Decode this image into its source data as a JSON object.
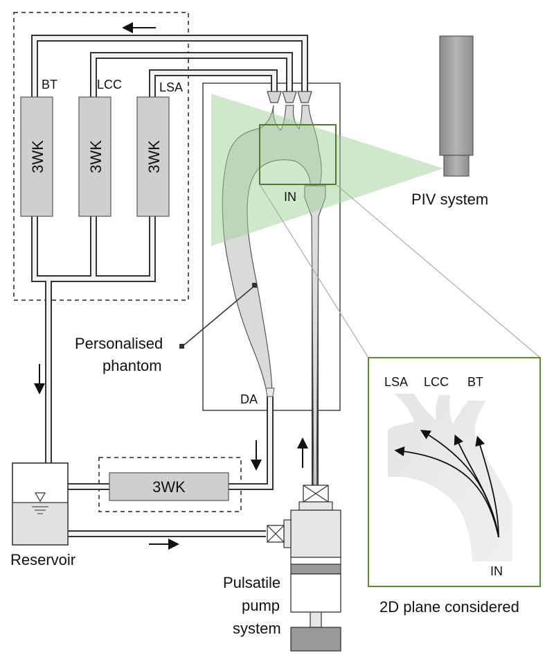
{
  "diagram": {
    "windkessels": {
      "bt": {
        "name": "BT",
        "model": "3WK"
      },
      "lcc": {
        "name": "LCC",
        "model": "3WK"
      },
      "lsa": {
        "name": "LSA",
        "model": "3WK"
      },
      "outlet": {
        "model": "3WK"
      }
    },
    "labels": {
      "inlet": "IN",
      "descending_aorta": "DA",
      "piv": "PIV system",
      "phantom_line1": "Personalised",
      "phantom_line2": "phantom",
      "reservoir": "Reservoir",
      "pump_line1": "Pulsatile",
      "pump_line2": "pump",
      "pump_line3": "system"
    },
    "inset": {
      "caption": "2D plane considered",
      "lsa": "LSA",
      "lcc": "LCC",
      "bt": "BT",
      "inlet": "IN"
    },
    "colors": {
      "laser_sheet": "#9fd19a",
      "roi_border": "#4a7a2a",
      "inset_border": "#5e8b3a",
      "component_fill": "#cfcfcf",
      "phantom_fill": "#dadada"
    }
  }
}
